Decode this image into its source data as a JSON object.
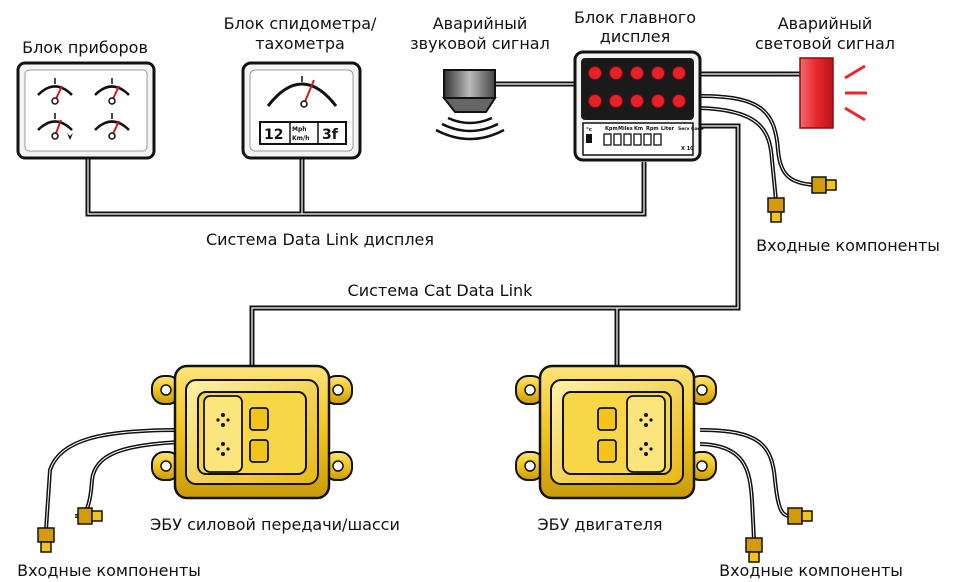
{
  "labels": {
    "instrument_block": "Блок приборов",
    "speedo_line1": "Блок спидометра/",
    "speedo_line2": "тахометра",
    "alarm_sound_line1": "Аварийный",
    "alarm_sound_line2": "звуковой сигнал",
    "main_display_line1": "Блок главного",
    "main_display_line2": "дисплея",
    "alarm_light_line1": "Аварийный",
    "alarm_light_line2": "световой сигнал",
    "display_datalink": "Система Data Link дисплея",
    "cat_datalink": "Система Cat Data Link",
    "input_components_right": "Входные компоненты",
    "input_components_left": "Входные компоненты",
    "input_components_bottom": "Входные компоненты",
    "ecu_transmission": "ЭБУ силовой передачи/шасси",
    "ecu_engine": "ЭБУ двигателя"
  },
  "speedometer": {
    "readout": "12",
    "unit_top": "Mph",
    "unit_bottom": "Km/h",
    "gear": "3f"
  },
  "display_panel": {
    "units": [
      "Kpm",
      "Miles",
      "Km",
      "Rpm",
      "Liter",
      "Serv Code"
    ],
    "degree_label": "°c",
    "multiplier": "X 10"
  },
  "colors": {
    "line": "#111111",
    "ecu_gold": "#f2c419",
    "ecu_gold_dark": "#a57c05",
    "lamp_red": "#e8202a",
    "alarm_red": "#e8282e"
  }
}
